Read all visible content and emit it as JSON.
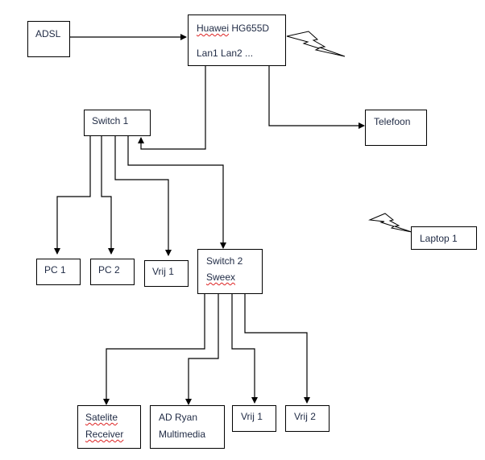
{
  "nodes": {
    "adsl": {
      "label": "ADSL"
    },
    "router": {
      "line1_a": "Huawei",
      "line1_b": " HG655D",
      "line2": "Lan1 Lan2 ..."
    },
    "telefoon": {
      "label": "Telefoon"
    },
    "switch1": {
      "label": "Switch 1"
    },
    "laptop1": {
      "label": "Laptop 1"
    },
    "pc1": {
      "label": "PC 1"
    },
    "pc2": {
      "label": "PC 2"
    },
    "vrij1_top": {
      "label": "Vrij 1"
    },
    "switch2": {
      "line1": "Switch 2",
      "line2": "Sweex"
    },
    "satelite": {
      "line1": "Satelite",
      "line2": "Receiver"
    },
    "adryan": {
      "line1": "AD Ryan",
      "line2": "Multimedia"
    },
    "vrij1_bottom": {
      "label": "Vrij 1"
    },
    "vrij2": {
      "label": "Vrij 2"
    }
  },
  "connections": [
    {
      "from": "ADSL",
      "to": "Huawei HG655D"
    },
    {
      "from": "Huawei HG655D",
      "to": "Switch 1"
    },
    {
      "from": "Huawei HG655D",
      "to": "Telefoon"
    },
    {
      "from": "Switch 1",
      "to": "PC 1"
    },
    {
      "from": "Switch 1",
      "to": "PC 2"
    },
    {
      "from": "Switch 1",
      "to": "Vrij 1"
    },
    {
      "from": "Switch 1",
      "to": "Switch 2 Sweex"
    },
    {
      "from": "Switch 2 Sweex",
      "to": "Satelite Receiver"
    },
    {
      "from": "Switch 2 Sweex",
      "to": "AD Ryan Multimedia"
    },
    {
      "from": "Switch 2 Sweex",
      "to": "Vrij 1"
    },
    {
      "from": "Switch 2 Sweex",
      "to": "Vrij 2"
    },
    {
      "from": "Huawei HG655D",
      "to": "Laptop 1",
      "type": "wireless"
    }
  ]
}
